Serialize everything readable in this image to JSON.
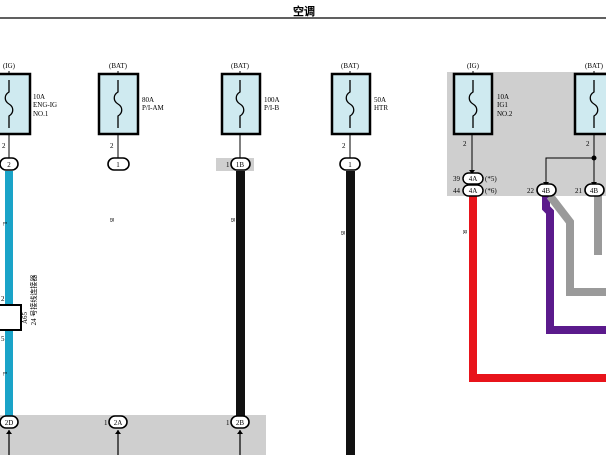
{
  "page": {
    "title": "空调"
  },
  "colors": {
    "panel_gray": "#cfcfcf",
    "fuse_fill": "#cfeaf0",
    "wire_light_blue": "#1aa3c8",
    "wire_black": "#111111",
    "wire_red": "#e8141b",
    "wire_violet": "#5b1a8c",
    "wire_gray": "#9a9a9a"
  },
  "fuses": [
    {
      "id": "f1",
      "source": "(IG)",
      "rating": "10A",
      "name_l1": "ENG-IG",
      "name_l2": "NO.1",
      "pin_top": "2",
      "conn": "2"
    },
    {
      "id": "f2",
      "source": "(BAT)",
      "rating": "80A",
      "name_l1": "P/I-AM",
      "name_l2": "",
      "pin_top": "2",
      "conn": "1"
    },
    {
      "id": "f3",
      "source": "(BAT)",
      "rating": "100A",
      "name_l1": "P/I-B",
      "name_l2": "",
      "pin_top": "1",
      "conn": "1B"
    },
    {
      "id": "f4",
      "source": "(BAT)",
      "rating": "50A",
      "name_l1": "HTR",
      "name_l2": "",
      "pin_top": "2",
      "conn": "1"
    },
    {
      "id": "f5",
      "source": "(IG)",
      "rating": "10A",
      "name_l1": "IG1",
      "name_l2": "NO.2",
      "pin_top": "2",
      "conn": ""
    },
    {
      "id": "f6",
      "source": "(BAT)",
      "rating": "",
      "name_l1": "",
      "name_l2": "",
      "pin_top": "2",
      "conn": ""
    }
  ],
  "wire_codes": {
    "w1a": "L",
    "w1b": "L",
    "w2": "B",
    "w3": "B",
    "w4": "B",
    "w5": "R"
  },
  "junction_a65": {
    "label_l1": "A65",
    "label_l2": "24 号接线连接器",
    "pin_top": "2",
    "pin_bottom": "5"
  },
  "bottom_connectors": [
    {
      "pin": "",
      "conn": "2D"
    },
    {
      "pin": "1",
      "conn": "2A"
    },
    {
      "pin": "1",
      "conn": "2B"
    }
  ],
  "relay_pins": [
    {
      "pin": "39",
      "conn": "4A",
      "note": "(*5)"
    },
    {
      "pin": "44",
      "conn": "4A",
      "note": "(*6)"
    },
    {
      "pin": "22",
      "conn": "4B",
      "note": ""
    },
    {
      "pin": "21",
      "conn": "4B",
      "note": ""
    }
  ]
}
